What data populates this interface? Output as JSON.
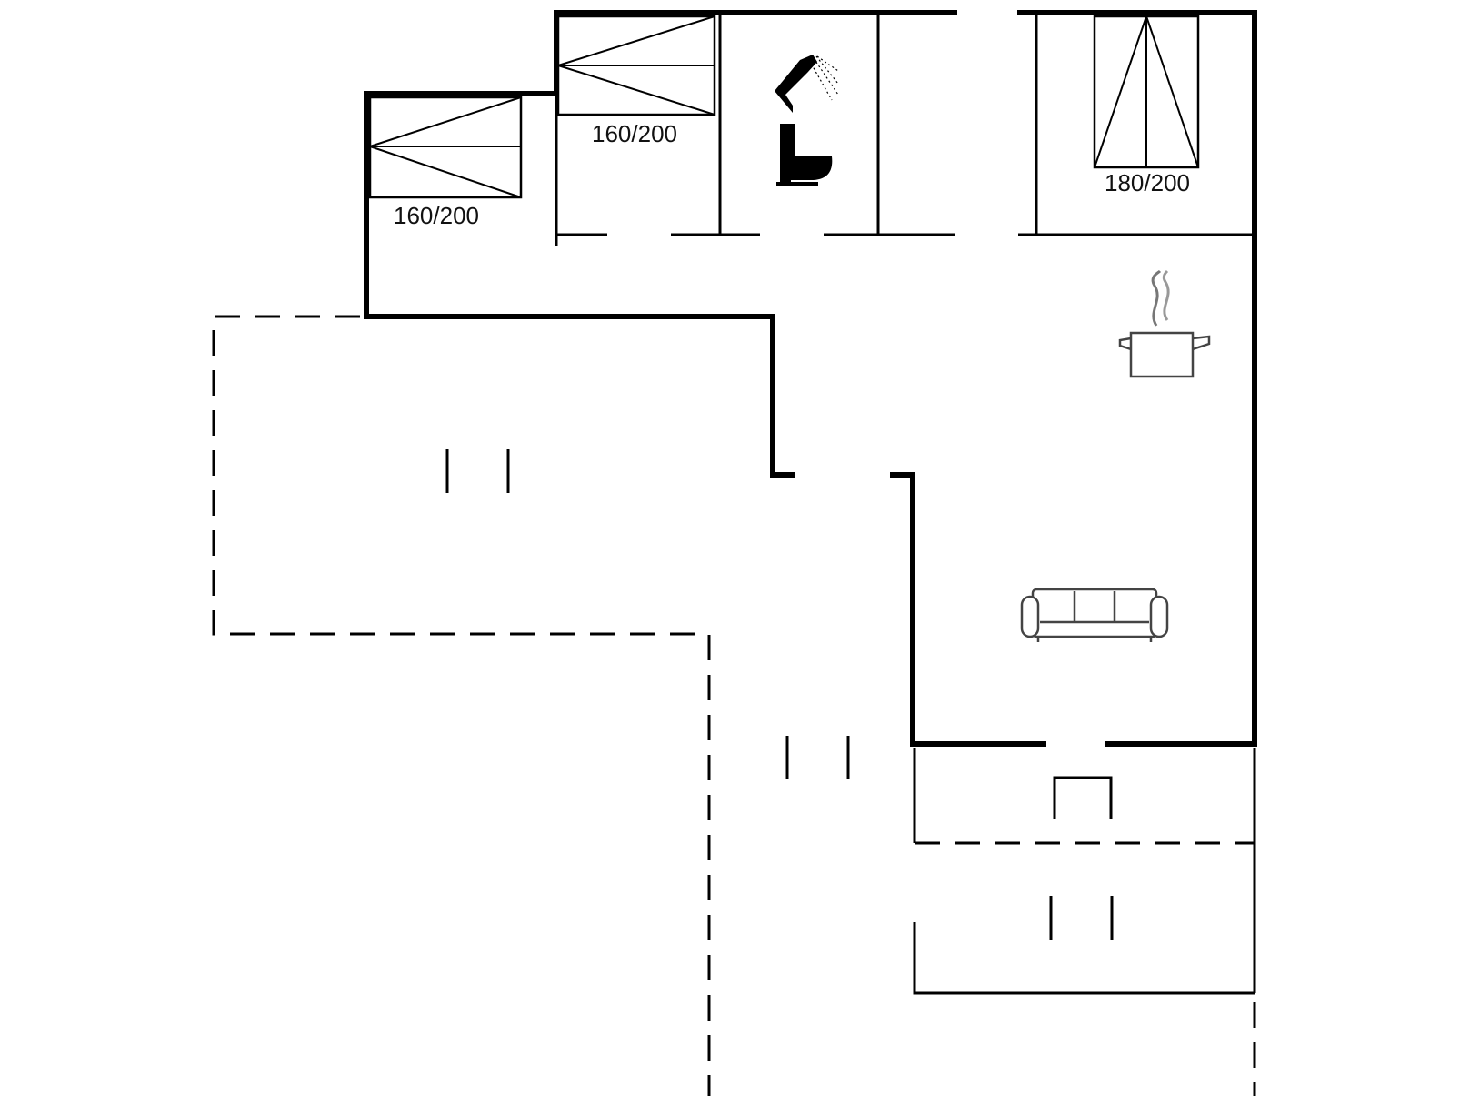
{
  "plan": {
    "bedrooms": [
      {
        "id": "bedroom-1",
        "bed_size": "160/200"
      },
      {
        "id": "bedroom-2",
        "bed_size": "160/200"
      },
      {
        "id": "bedroom-3",
        "bed_size": "180/200"
      }
    ],
    "icons": [
      "shower-icon",
      "toilet-icon",
      "cooking-pot-icon",
      "sofa-icon"
    ]
  }
}
